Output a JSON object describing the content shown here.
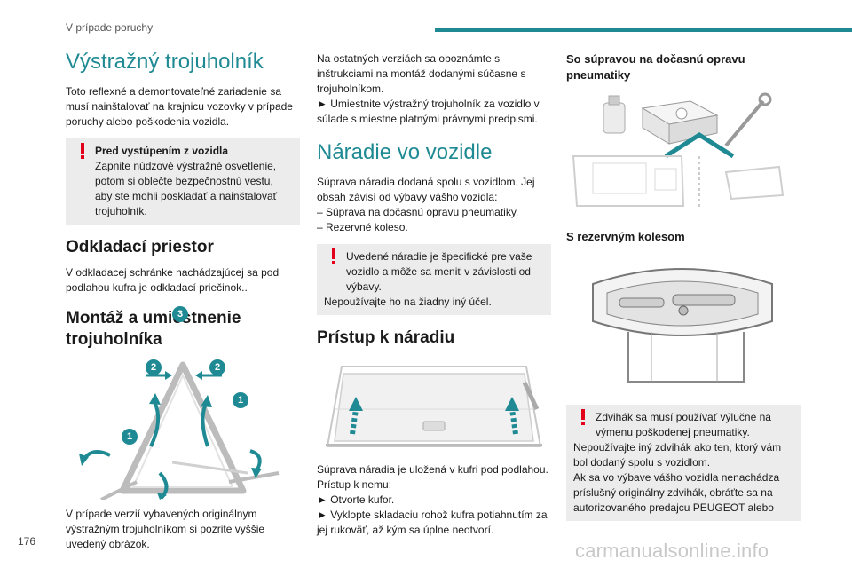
{
  "header": {
    "section": "V prípade poruchy"
  },
  "page_number": "176",
  "watermark": "carmanualsonline.info",
  "colors": {
    "accent": "#1f8a93",
    "warning": "#e2001a",
    "warning_bg": "#ececec"
  },
  "col1": {
    "title": "Výstražný trojuholník",
    "intro": "Toto reflexné a demontovateľné zariadenie sa musí nainštalovať na krajnicu vozovky v prípade poruchy alebo poškodenia vozidla.",
    "warning_title": "Pred vystúpením z vozidla",
    "warning_text": "Zapnite núdzové výstražné osvetlenie, potom si oblečte bezpečnostnú vestu, aby ste mohli poskladať a nainštalovať trojuholník.",
    "storage_title": "Odkladací priestor",
    "storage_text": "V odkladacej schránke nachádzajúcej sa pod podlahou kufra je odkladací priečinok..",
    "assembly_title": "Montáž a umiestnenie trojuholníka",
    "callouts": [
      "3",
      "2",
      "2",
      "1",
      "1"
    ],
    "assembly_note": "V prípade verzií vybavených originálnym výstražným trojuholníkom si pozrite vyššie uvedený obrázok."
  },
  "col2": {
    "other_versions": "Na ostatných verziách sa oboznámte s inštrukciami na montáž dodanými súčasne s trojuholníkom.",
    "bullet_place": "► Umiestnite výstražný trojuholník za vozidlo v súlade s miestne platnými právnymi predpismi.",
    "tools_title": "Náradie vo vozidle",
    "tools_text": "Súprava náradia dodaná spolu s vozidlom. Jej obsah závisí od výbavy vášho vozidla:",
    "tools_items": [
      "– Súprava na dočasnú opravu pneumatiky.",
      "– Rezervné koleso."
    ],
    "warning_text": "Uvedené náradie je špecifické pre vaše vozidlo a môže sa meniť v závislosti od výbavy.",
    "warning_text2": "Nepoužívajte ho na žiadny iný účel.",
    "access_title": "Prístup k náradiu",
    "access_text": "Súprava náradia je uložená v kufri pod podlahou.",
    "access_label": "Prístup k nemu:",
    "access_steps": [
      "► Otvorte kufor.",
      "► Vyklopte skladaciu rohož kufra potiahnutím za jej rukoväť, až kým sa úplne neotvorí."
    ]
  },
  "col3": {
    "kit_title": "So súpravou na dočasnú opravu pneumatiky",
    "spare_title": "S rezervným kolesom",
    "warning_text": "Zdvihák sa musí používať výlučne na výmenu poškodenej pneumatiky.",
    "warning_text2": "Nepoužívajte iný zdvihák ako ten, ktorý vám bol dodaný spolu s vozidlom.",
    "warning_text3": "Ak sa vo výbave vášho vozidla nenachádza príslušný originálny zdvihák, obráťte sa na autorizovaného predajcu PEUGEOT alebo"
  }
}
